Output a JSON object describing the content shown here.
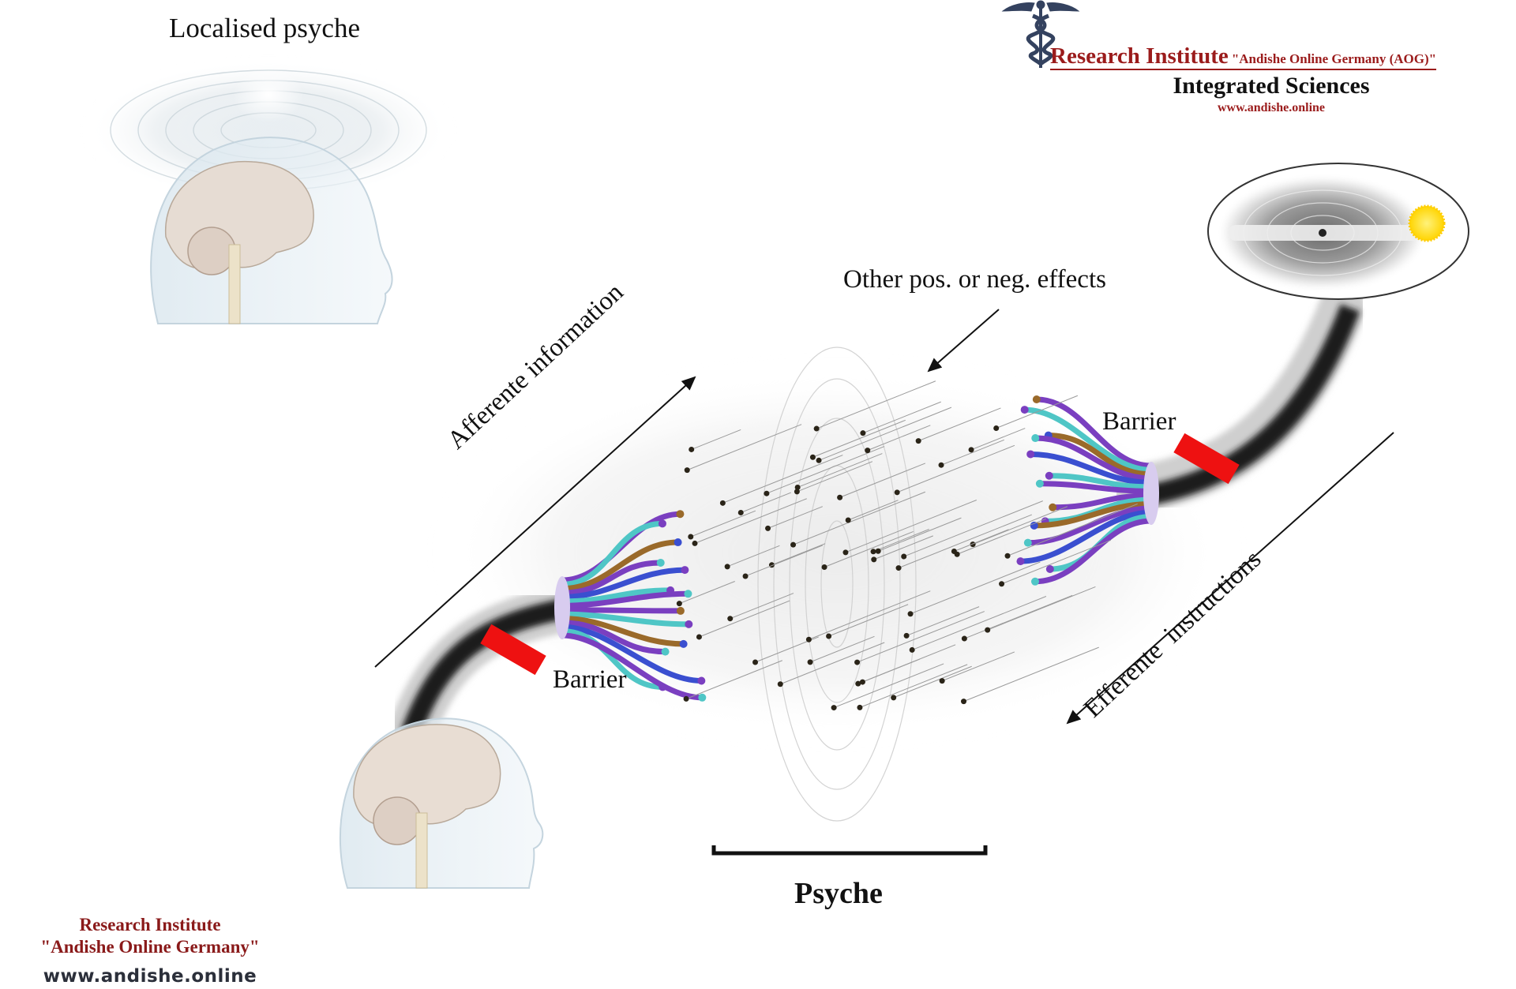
{
  "title": "Localised psyche",
  "header": {
    "institute": "Research Institute",
    "institute_name": "\"Andishe Online Germany (AOG)\"",
    "subtitle": "Integrated Sciences",
    "website": "www.andishe.online",
    "logo_icon": "caduceus-icon"
  },
  "labels": {
    "other_effects": "Other pos. or neg. effects",
    "afferent": "Afferente information",
    "efferent": "Efferente  instructions",
    "barrier_left": "Barrier",
    "barrier_right": "Barrier",
    "psyche": "Psyche"
  },
  "footer": {
    "line1": "Research Institute",
    "line2": "\"Andishe Online Germany\"",
    "website": "www.andishe.online"
  },
  "colors": {
    "brand_red": "#9b1c1c",
    "barrier_red": "#ee1111",
    "logo_navy": "#34425f",
    "sun_yellow": "#ffd400",
    "fiber_purple": "#7a3fc0",
    "fiber_teal": "#4fc6c6",
    "fiber_brown": "#9a6a2a",
    "fiber_blue": "#3a4fd0"
  }
}
